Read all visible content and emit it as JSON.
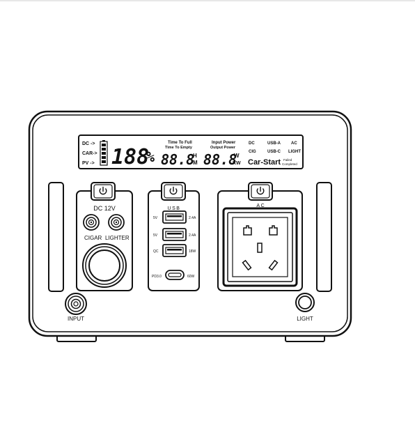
{
  "lcd": {
    "inputs": [
      "DC ->",
      "CAR->",
      "PV ->"
    ],
    "battery_percent": "188",
    "percent_sign": "%",
    "time_to_full": "Time To Full",
    "time_to_empty": "Time To Empty",
    "time_value": "88.8",
    "time_unit_h": "H",
    "time_unit_m": "M",
    "input_power": "Input Power",
    "output_power": "Output Power",
    "power_value": "88.8",
    "power_unit_w": "W",
    "power_unit_kw": "KW",
    "dc": "DC",
    "usb_a": "USB-A",
    "ac": "AC",
    "cig": "CIG",
    "usb_c": "USB-C",
    "light": "LIGHT",
    "car_start": "Car-Start",
    "failed": "Failed",
    "completed": "Completed"
  },
  "dc_panel": {
    "title": "DC  12V",
    "cigar": "CIGAR",
    "lighter": "LIGHTER"
  },
  "usb_panel": {
    "title": "USB",
    "ports": [
      {
        "left": "5V",
        "right": "2.4A"
      },
      {
        "left": "5V",
        "right": "2.4A"
      },
      {
        "left": "QC",
        "right": "18W"
      }
    ],
    "pd_left": "PD3.0",
    "pd_right": "60W"
  },
  "ac_panel": {
    "title": "A C"
  },
  "input_label": "INPUT",
  "light_label": "LIGHT"
}
